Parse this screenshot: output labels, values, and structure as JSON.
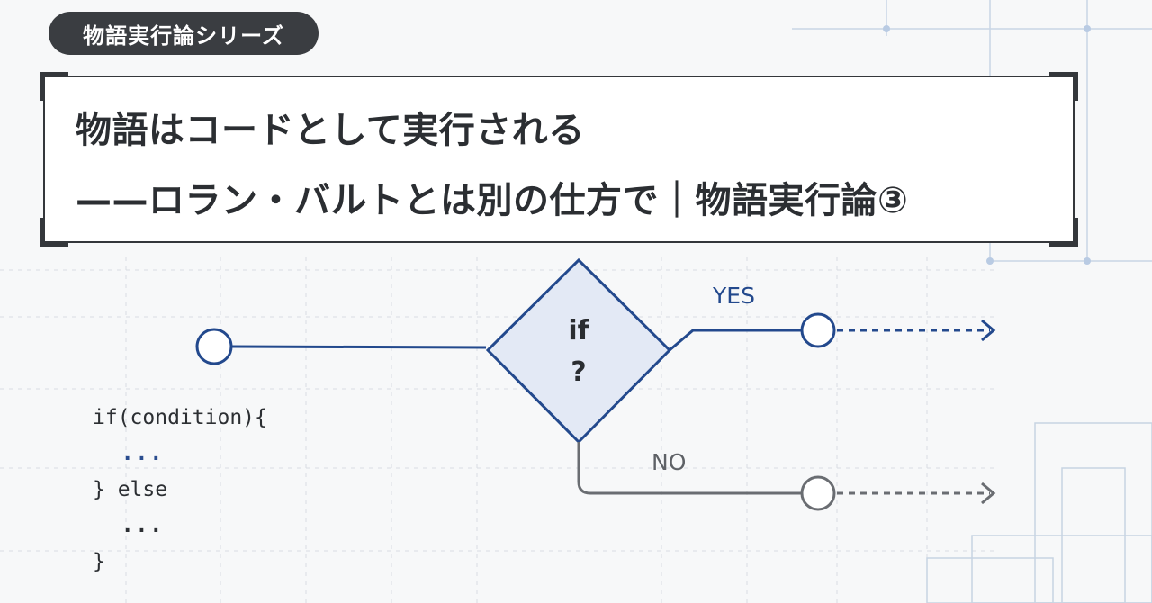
{
  "series_badge": "物語実行論シリーズ",
  "title": {
    "line1": "物語はコードとして実行される",
    "line2": "——ロラン・バルトとは別の仕方で｜物語実行論③"
  },
  "code_lines": [
    "if(condition){",
    "  ...",
    "} else",
    "  ...",
    "}"
  ],
  "diagram": {
    "node_text_1": "if",
    "node_text_2": "?",
    "yes_label": "YES",
    "no_label": "NO"
  },
  "colors": {
    "accent_blue": "#23498d",
    "diamond_fill": "#e3e9f5",
    "gray_branch": "#6a6d72",
    "dark": "#34373b"
  }
}
